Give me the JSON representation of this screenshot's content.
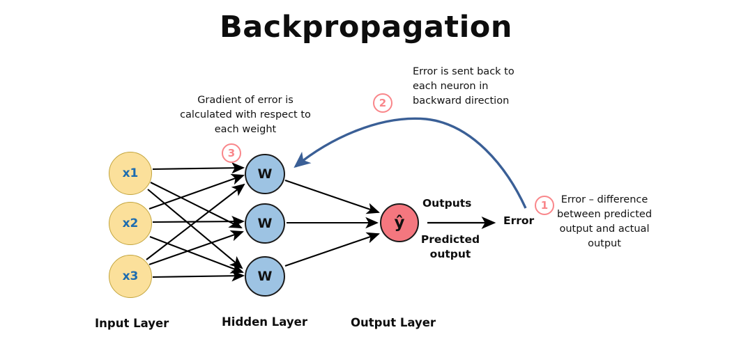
{
  "title": "Backpropagation",
  "annotations": [
    {
      "id": "1",
      "badge": "1",
      "text": "Error – difference between predicted output and actual output"
    },
    {
      "id": "2",
      "badge": "2",
      "text": "Error is sent back to each neuron in backward direction"
    },
    {
      "id": "3",
      "badge": "3",
      "text": "Gradient of error is calculated with respect to each weight"
    }
  ],
  "layers": {
    "input": {
      "label": "Input Layer",
      "nodes": [
        {
          "label": "x1"
        },
        {
          "label": "x2"
        },
        {
          "label": "x3"
        }
      ]
    },
    "hidden": {
      "label": "Hidden Layer",
      "nodes": [
        {
          "label": "W"
        },
        {
          "label": "W"
        },
        {
          "label": "W"
        }
      ]
    },
    "output": {
      "label": "Output Layer",
      "nodes": [
        {
          "label": "ŷ"
        }
      ]
    }
  },
  "flow": {
    "outputs_label": "Outputs",
    "predicted_label": "Predicted output",
    "error_label": "Error"
  },
  "colors": {
    "input_node_fill": "#fbe09b",
    "input_node_border": "#c2a43c",
    "input_node_text": "#1c6cb0",
    "hidden_node_fill": "#9dc3e3",
    "output_node_fill": "#f4777f",
    "badge_accent": "#f9868a",
    "backward_arrow": "#3a5f96",
    "forward_arrow": "#000000",
    "background": "#ffffff"
  }
}
